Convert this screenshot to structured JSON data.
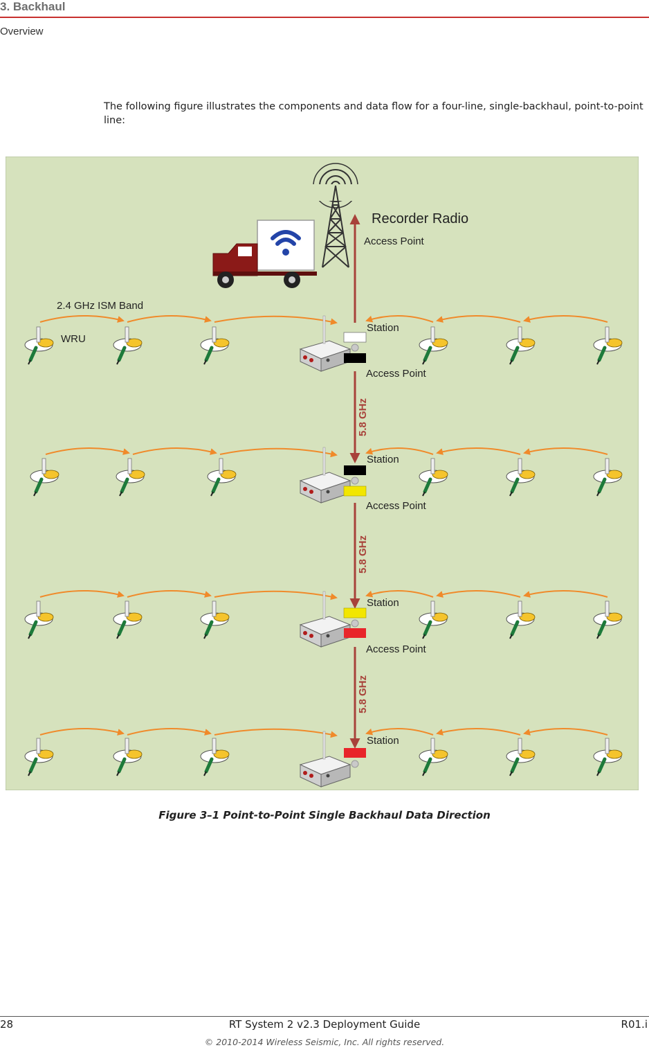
{
  "header": {
    "section": "3. Backhaul",
    "subsection": "Overview"
  },
  "intro": "The following figure illustrates the components and data flow for a four-line, single-backhaul, point-to-point line:",
  "figure": {
    "labels": {
      "recorder_radio": "Recorder Radio",
      "access_point": "Access Point",
      "band": "2.4 GHz ISM Band",
      "wru": "WRU",
      "station": "Station",
      "backhaul_freq": "5.8 GHz"
    },
    "colors": {
      "background": "#d6e2bd",
      "backhaul_arrow": "#a8423a",
      "wru_arrow": "#f08a2a",
      "line1_station": "#ffffff",
      "line1_ap": "#000000",
      "line2_station": "#000000",
      "line2_ap": "#f2e600",
      "line3_station": "#f2e600",
      "line3_ap": "#e8252a",
      "line4_station": "#e8252a"
    },
    "caption": "Figure 3–1  Point-to-Point Single Backhaul Data Direction"
  },
  "footer": {
    "page": "28",
    "title": "RT System 2 v2.3 Deployment Guide",
    "revision": "R01.i",
    "copyright": "© 2010-2014 Wireless Seismic, Inc. All rights reserved."
  }
}
